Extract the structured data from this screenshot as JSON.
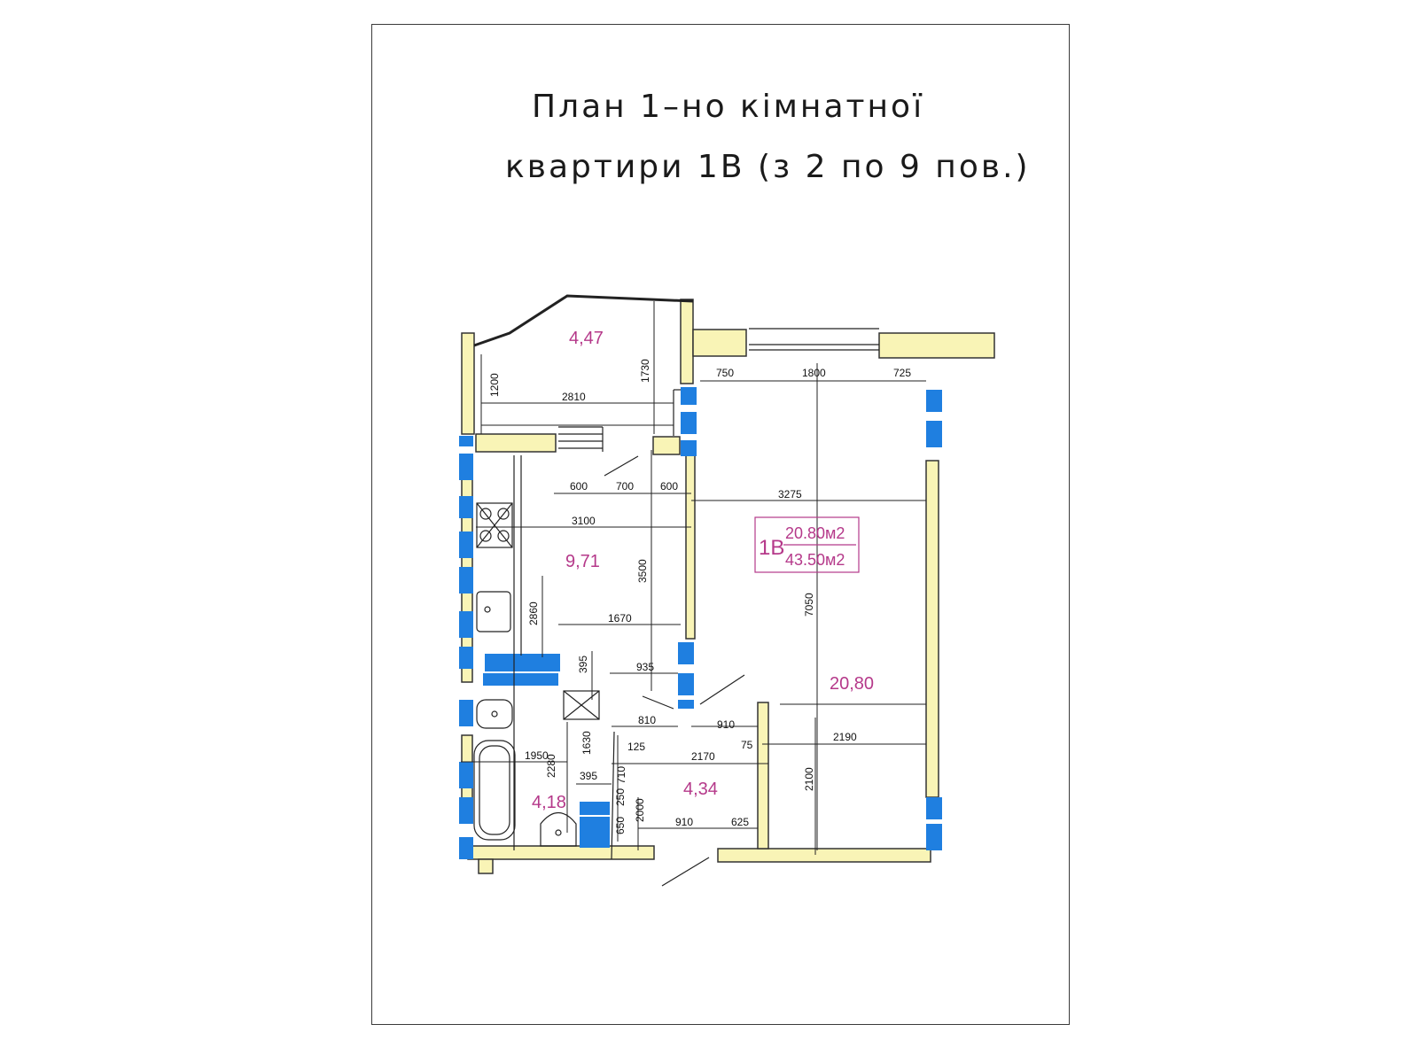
{
  "title": {
    "line1": "План 1–но кімнатної",
    "line2": "квартири 1В (з 2 по 9 пов.)"
  },
  "colors": {
    "wall": "#f9f4b6",
    "window": "#1f7fe0",
    "area_text": "#b5398a",
    "line": "#222222"
  },
  "stamp": {
    "code": "1В",
    "living_area": "20.80м2",
    "total_area": "43.50м2"
  },
  "areas": {
    "loggia": "4,47",
    "kitchen": "9,71",
    "room": "20,80",
    "bathroom": "4,18",
    "hall": "4,34"
  },
  "dims": {
    "d750": "750",
    "d1800": "1800",
    "d725": "725",
    "d1200": "1200",
    "d1730": "1730",
    "d2810": "2810",
    "d600a": "600",
    "d700": "700",
    "d600b": "600",
    "d3275": "3275",
    "d3100": "3100",
    "d3500": "3500",
    "d7050": "7050",
    "d2860": "2860",
    "d1670": "1670",
    "d395a": "395",
    "d935": "935",
    "d810": "810",
    "d910a": "910",
    "d75": "75",
    "d2190": "2190",
    "d1630": "1630",
    "d125": "125",
    "d1950": "1950",
    "d2280": "2280",
    "d2170": "2170",
    "d395b": "395",
    "d710": "710",
    "d250": "250",
    "d2100": "2100",
    "d2000": "2000",
    "d650": "650",
    "d910b": "910",
    "d625": "625"
  }
}
